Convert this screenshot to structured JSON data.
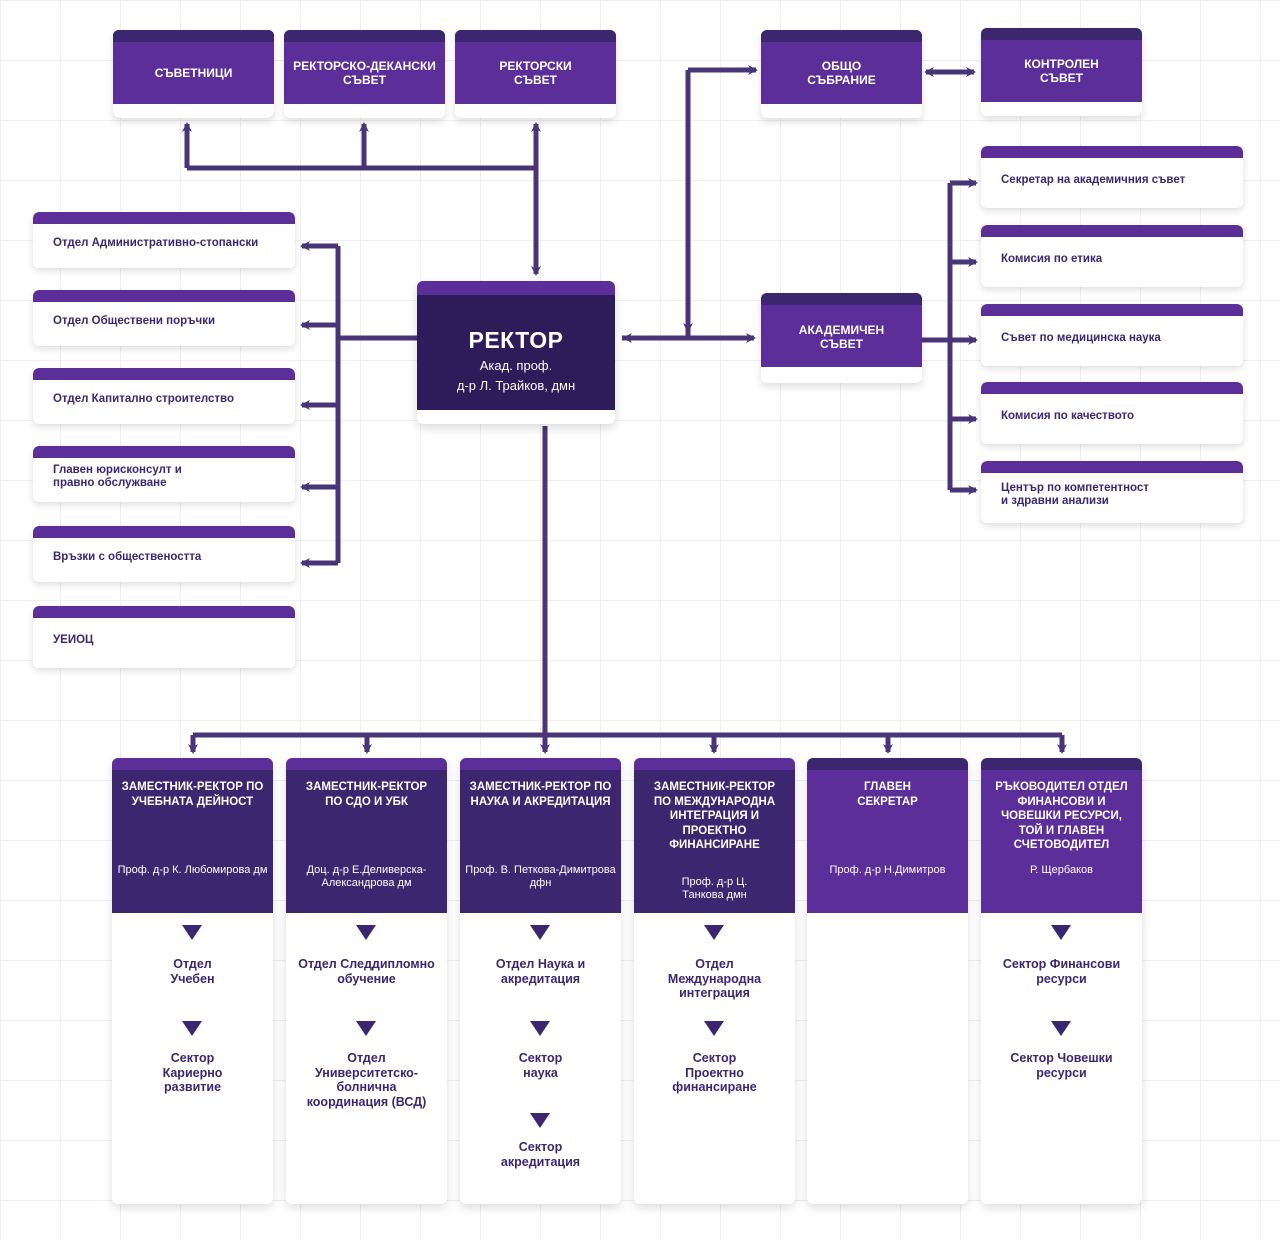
{
  "colors": {
    "dark": "#2e1b59",
    "medium": "#3d2670",
    "accent": "#5b2e99",
    "line": "#4a3478"
  },
  "top_boxes": {
    "advisors": "СЪВЕТНИЦИ",
    "rector_dean_council": "РЕКТОРСКО-ДЕКАНСКИ СЪВЕТ",
    "rector_council": "РЕКТОРСКИ СЪВЕТ",
    "general_assembly": "ОБЩО СЪБРАНИЕ",
    "control_council": "КОНТРОЛЕН СЪВЕТ"
  },
  "rector": {
    "title": "РЕКТОР",
    "line1": "Акад. проф.",
    "line2": "д-р Л. Трайков, дмн"
  },
  "academic_council": "АКАДЕМИЧЕН СЪВЕТ",
  "left_departments": [
    "Отдел Административно-стопански",
    "Отдел Обществени поръчки",
    "Отдел Капитално строителство",
    "Главен юрисконсулт и правно обслужване",
    "Връзки с обществеността",
    "УЕИОЦ"
  ],
  "right_units": [
    "Секретар на академичния съвет",
    "Комисия по етика",
    "Съвет по медицинска наука",
    "Комисия по качеството",
    "Център по компетентност и здравни анализи"
  ],
  "columns": [
    {
      "title": "ЗАМЕСТНИК-РЕКТОР ПО УЧЕБНАТА ДЕЙНОСТ",
      "person": "Проф. д-р К. Любомирова дм",
      "items": [
        "Отдел Учебен",
        "Сектор Кариерно развитие"
      ]
    },
    {
      "title": "ЗАМЕСТНИК-РЕКТОР ПО СДО И УБК",
      "person": "Доц. д-р Е.Деливерска-Александрова дм",
      "items": [
        "Отдел Следдипломно обучение",
        "Отдел Университетско-болнична координация (ВСД)"
      ]
    },
    {
      "title": "ЗАМЕСТНИК-РЕКТОР ПО НАУКА И АКРЕДИТАЦИЯ",
      "person": "Проф. В. Петкова-Димитрова дфн",
      "items": [
        "Отдел Наука и акредитация",
        "Сектор наука",
        "Сектор акредитация"
      ]
    },
    {
      "title": "ЗАМЕСТНИК-РЕКТОР ПО МЕЖДУНАРОДНА ИНТЕГРАЦИЯ И ПРОЕКТНО ФИНАНСИРАНЕ",
      "person": "Проф. д-р Ц. Танкова дмн",
      "items": [
        "Отдел Международна интеграция",
        "Сектор Проектно финансиране"
      ]
    },
    {
      "title": "ГЛАВЕН СЕКРЕТАР",
      "person": "Проф. д-р Н.Димитров",
      "items": []
    },
    {
      "title": "РЪКОВОДИТЕЛ ОТДЕЛ ФИНАНСОВИ И ЧОВЕШКИ РЕСУРСИ, ТОЙ И ГЛАВЕН СЧЕТОВОДИТЕЛ",
      "person": "Р. Щербаков",
      "items": [
        "Сектор Финансови ресурси",
        "Сектор Човешки ресурси"
      ]
    }
  ]
}
